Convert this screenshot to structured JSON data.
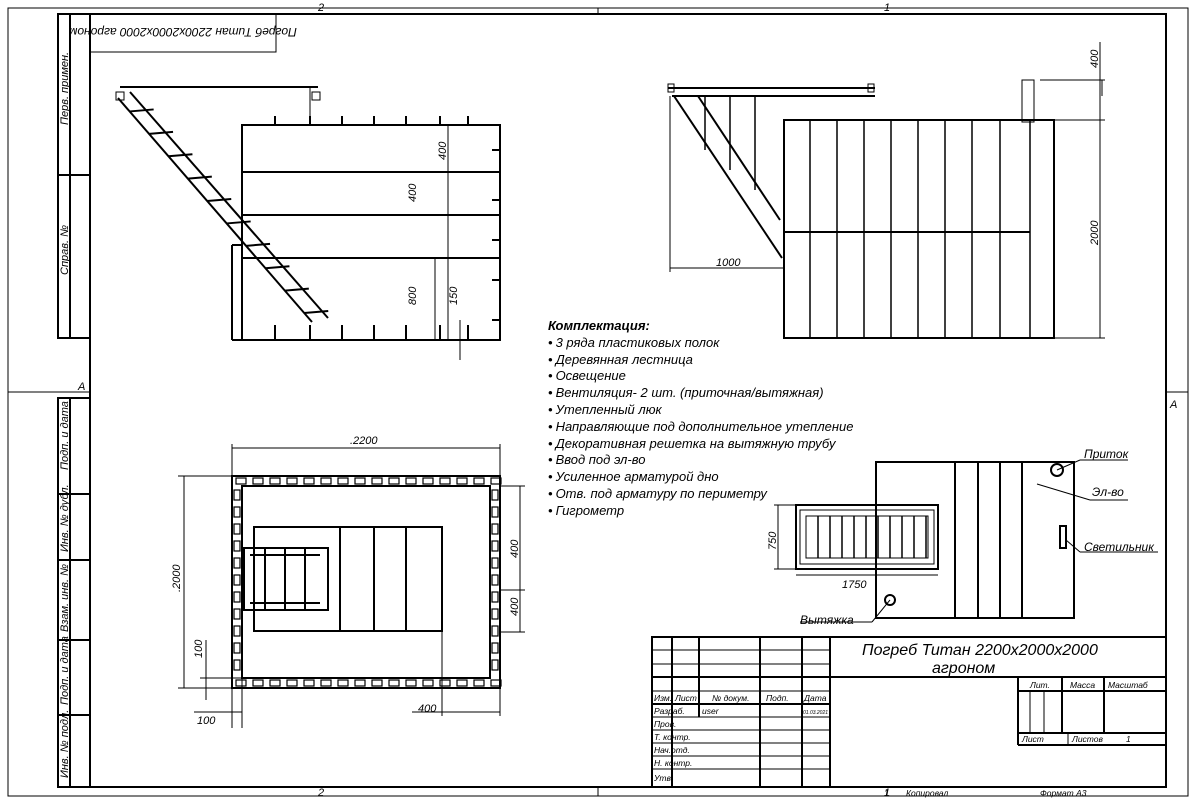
{
  "frame": {
    "zone_top_left": "2",
    "zone_top_right": "1",
    "zone_bottom_left": "2",
    "zone_bottom_right": "1",
    "row_left": "A",
    "row_right": "A",
    "stamp_rotated": "Погреб Титан 2200х2000х2000 агроном",
    "side_stamp": [
      "Перв. примен.",
      "Справ. №",
      "Подп. и дата",
      "Инв. № дубл.",
      "Взам. инв. №",
      "Подп. и дата",
      "Инв. № подл."
    ]
  },
  "front_view": {
    "dims": {
      "d1": "400",
      "d2": "400",
      "d3": "800",
      "d4": "150"
    }
  },
  "side_view": {
    "dims": {
      "top": "400",
      "height": "2000",
      "width": "1000"
    }
  },
  "plan_view": {
    "dims": {
      "width": ".2200",
      "height": ".2000",
      "row1": "400",
      "row2": "400",
      "bottom": "100",
      "left": "100",
      "bottom_right": "400"
    }
  },
  "detail_view": {
    "dims": {
      "width": "1750",
      "height": "750"
    },
    "callouts": {
      "inflow": "Приток",
      "power": "Эл-во",
      "lamp": "Светильник",
      "exhaust": "Вытяжка"
    }
  },
  "spec": {
    "heading": "Комплектация:",
    "items": [
      "3 ряда пластиковых полок",
      "Деревянная лестница",
      "Освещение",
      "Вентиляция- 2 шт. (приточная/вытяжная)",
      "Утепленный люк",
      "Направляющие под дополнительное утепление",
      "Декоративная решетка на вытяжную трубу",
      "Ввод под эл-во",
      "Усиленное арматурой дно",
      "Отв. под арматуру по периметру",
      "Гигрометр"
    ]
  },
  "title_block": {
    "title_line1": "Погреб Титан 2200х2000х2000",
    "title_line2": "агроном",
    "col_izm": "Изм.",
    "col_list": "Лист",
    "col_doc": "№ докум.",
    "col_sign": "Подп.",
    "col_date": "Дата",
    "row_razrab": "Разраб.",
    "razrab_name": "user",
    "razrab_date": "01.03.2021",
    "row_prov": "Пров.",
    "row_tkontr": "Т. контр.",
    "row_nachotd": "Нач.отд.",
    "row_nkontr": "Н. контр.",
    "row_utv": "Утв.",
    "lit": "Лит.",
    "mass": "Масса",
    "scale": "Масштаб",
    "sheet": "Лист",
    "sheets": "Листов",
    "sheets_count": "1",
    "copied": "Копировал",
    "format": "Формат А3",
    "zone_bottom": "1"
  }
}
